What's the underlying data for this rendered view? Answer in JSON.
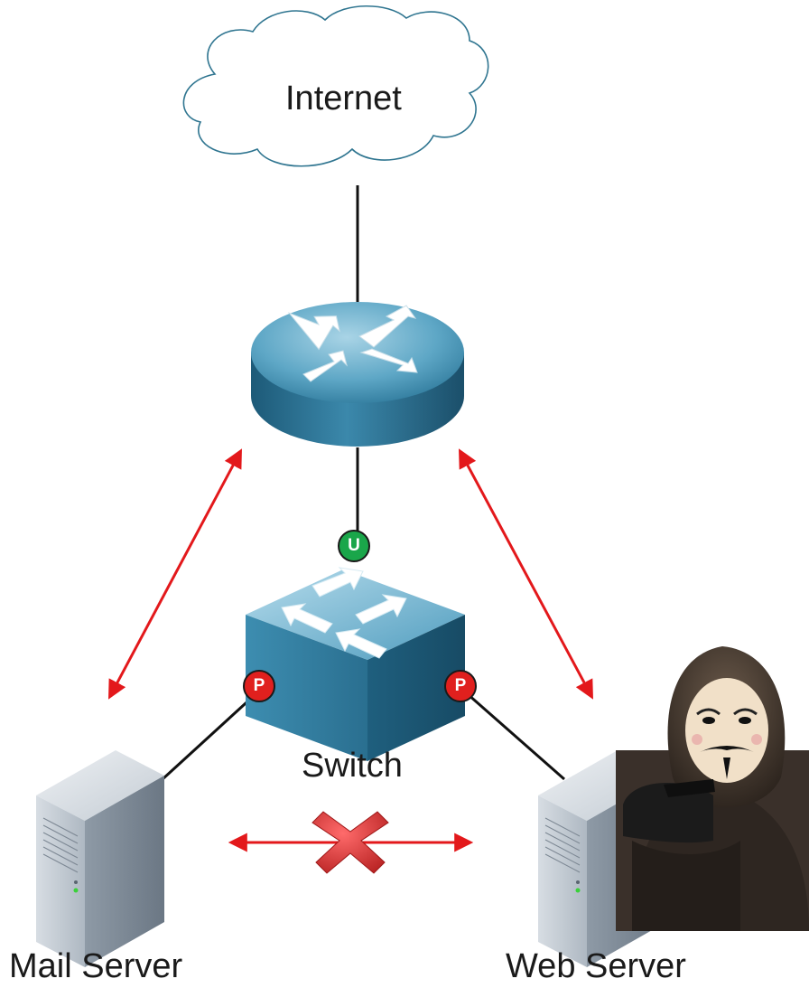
{
  "diagram": {
    "internet_label": "Internet",
    "switch_label": "Switch",
    "mail_server_label": "Mail Server",
    "web_server_label": "Web Server",
    "port_badges": {
      "uplink": "U",
      "left_port": "P",
      "right_port": "P"
    },
    "colors": {
      "link": "#111111",
      "arrow": "#e3181b",
      "device_blue": "#3f8fb0",
      "blocked": "#cc2b2b",
      "promiscuous_port": "#e0201e",
      "uplink_port": "#1aa64a"
    },
    "icons": [
      "cloud-icon",
      "router-icon",
      "switch-icon",
      "server-icon",
      "blocked-x-icon",
      "attacker-image"
    ]
  }
}
